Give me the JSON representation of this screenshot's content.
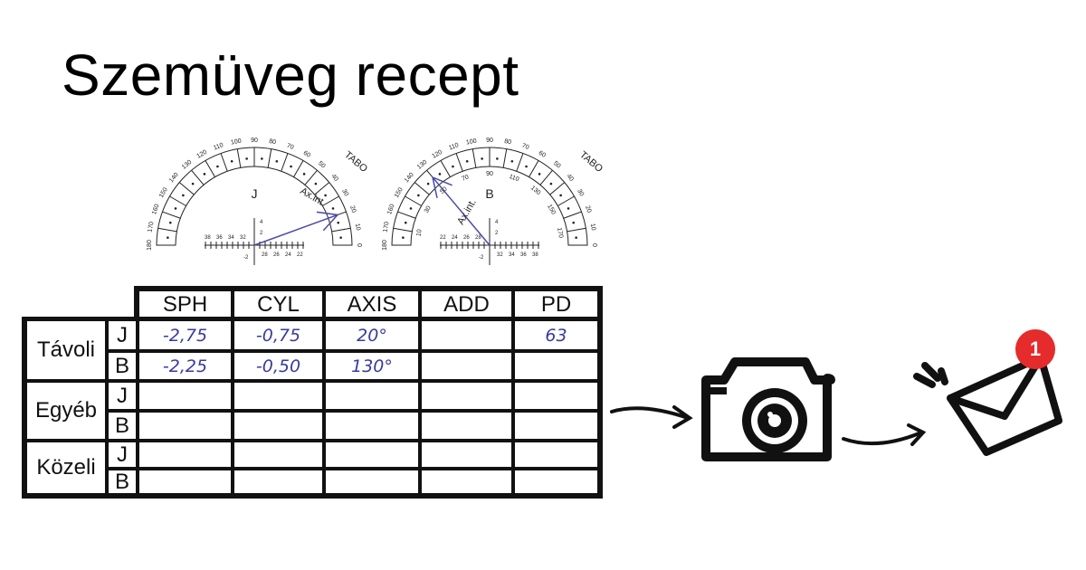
{
  "title": "Szemüveg recept",
  "dials": [
    {
      "eye": "J",
      "brand": "TABO",
      "axis_label": "Ax.int.",
      "axis_deg": 20,
      "outer_labels": [
        "180",
        "170",
        "160",
        "150",
        "140",
        "130",
        "120",
        "110",
        "100",
        "90",
        "80",
        "70",
        "60",
        "50",
        "40",
        "30",
        "20",
        "10",
        "0"
      ],
      "scale_left": [
        "38",
        "36",
        "34",
        "32"
      ],
      "scale_right": [
        "28",
        "26",
        "24",
        "22"
      ],
      "vscale": [
        "4",
        "2",
        "-2"
      ]
    },
    {
      "eye": "B",
      "brand": "TABO",
      "axis_label": "Ax.int.",
      "axis_deg": 130,
      "outer_labels": [
        "180",
        "170",
        "160",
        "150",
        "140",
        "130",
        "120",
        "110",
        "100",
        "90",
        "80",
        "70",
        "60",
        "50",
        "40",
        "30",
        "20",
        "10",
        "0"
      ],
      "inner_labels": [
        "10",
        "30",
        "50",
        "70",
        "90",
        "110",
        "130",
        "150",
        "170"
      ],
      "scale_left": [
        "22",
        "24",
        "26",
        "28"
      ],
      "scale_right": [
        "32",
        "34",
        "36",
        "38"
      ],
      "vscale": [
        "4",
        "2",
        "-2"
      ]
    }
  ],
  "table": {
    "headers": [
      "SPH",
      "CYL",
      "AXIS",
      "ADD",
      "PD"
    ],
    "groups": [
      "Távoli",
      "Egyéb",
      "Közeli"
    ],
    "eyes": [
      "J",
      "B"
    ],
    "values": {
      "tavoli_j": [
        "-2,75",
        "-0,75",
        "20°",
        "",
        "63"
      ],
      "tavoli_b": [
        "-2,25",
        "-0,50",
        "130°",
        "",
        ""
      ]
    }
  },
  "notification": {
    "count": "1",
    "color": "#e52b2b"
  },
  "handwriting_color": "#3a3aa0"
}
